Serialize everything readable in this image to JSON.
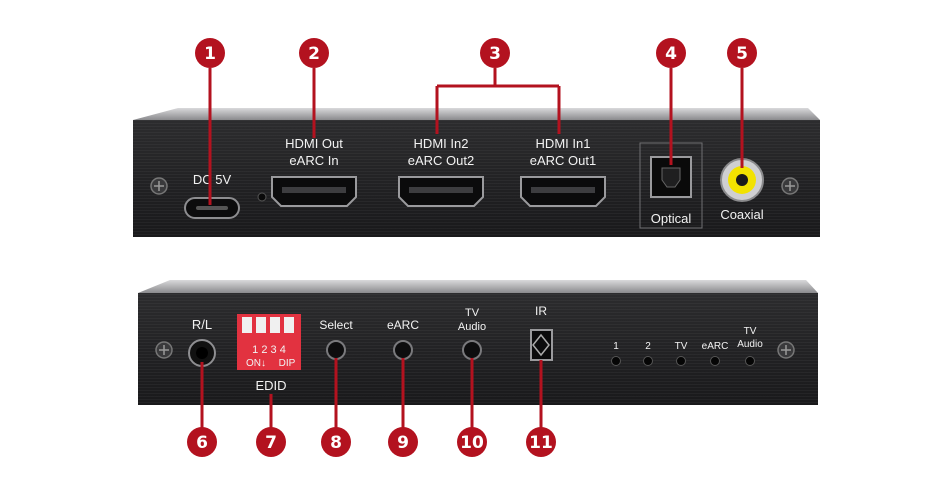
{
  "accent_color": "#b3121f",
  "top_panel": {
    "labels": {
      "dc": "DC 5V",
      "hdmi_out_line1": "HDMI Out",
      "hdmi_out_line2": "eARC In",
      "hdmi_in2_line1": "HDMI In2",
      "hdmi_in2_line2": "eARC Out2",
      "hdmi_in1_line1": "HDMI In1",
      "hdmi_in1_line2": "eARC Out1",
      "optical": "Optical",
      "coaxial": "Coaxial"
    }
  },
  "bottom_panel": {
    "labels": {
      "rl": "R/L",
      "dip_numbers": "1 2 3 4",
      "dip_on": "ON↓",
      "dip_dip": "DIP",
      "edid": "EDID",
      "select": "Select",
      "earc": "eARC",
      "tv_line1": "TV",
      "tv_line2": "Audio",
      "ir": "IR",
      "led_1": "1",
      "led_2": "2",
      "led_tv": "TV",
      "led_earc": "eARC",
      "led_tva_line1": "TV",
      "led_tva_line2": "Audio"
    }
  },
  "callouts": [
    "1",
    "2",
    "3",
    "4",
    "5",
    "6",
    "7",
    "8",
    "9",
    "10",
    "11"
  ]
}
